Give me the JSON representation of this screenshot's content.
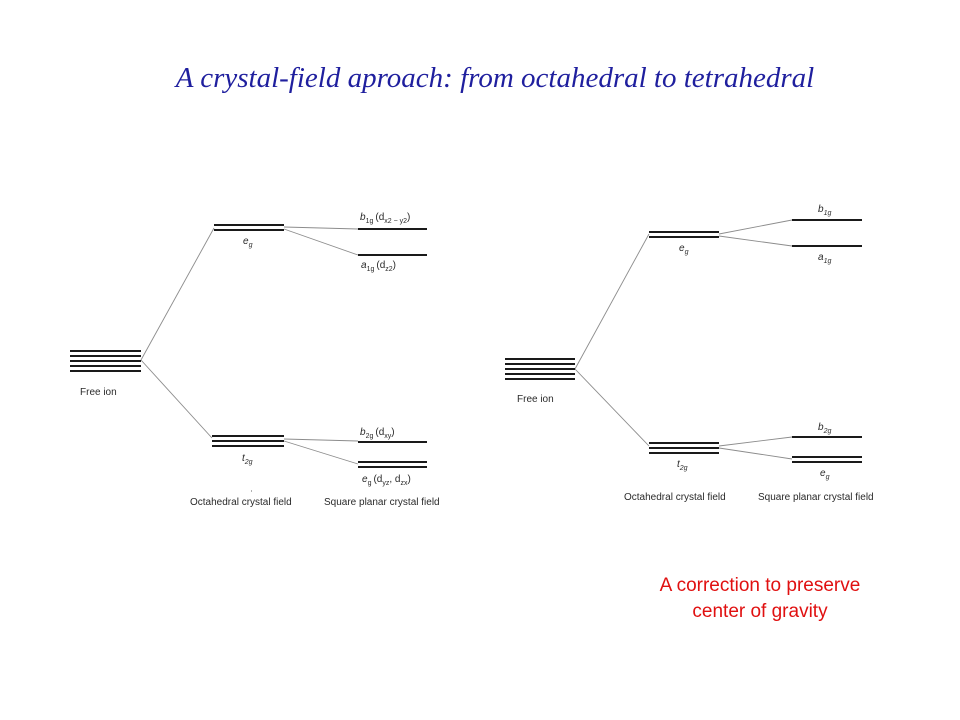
{
  "title": "A crystal-field aproach: from octahedral to tetrahedral",
  "diagram_left": {
    "free_ion": "Free ion",
    "eg": {
      "main": "e",
      "sub": "g"
    },
    "t2g": {
      "main": "t",
      "sub": "2g"
    },
    "b1g": {
      "main": "b",
      "sub": "1g",
      "orbital_main": "(d",
      "orbital_sub": "x2 − y2",
      "close": ")"
    },
    "a1g": {
      "main": "a",
      "sub": "1g",
      "orbital_main": "(d",
      "orbital_sub": "z2",
      "close": ")"
    },
    "b2g": {
      "main": "b",
      "sub": "2g",
      "orbital_main": "(d",
      "orbital_sub": "xy",
      "close": ")"
    },
    "eg_sq": {
      "main": "e",
      "sub": "g",
      "orbital_a": "(d",
      "orbital_a_sub": "yz",
      "orbital_b": ", d",
      "orbital_b_sub": "zx",
      "close": ")"
    },
    "octahedral_label": "Octahedral crystal field",
    "square_planar_label": "Square planar crystal field"
  },
  "diagram_right": {
    "free_ion": "Free ion",
    "eg": {
      "main": "e",
      "sub": "g"
    },
    "t2g": {
      "main": "t",
      "sub": "2g"
    },
    "b1g": {
      "main": "b",
      "sub": "1g"
    },
    "a1g": {
      "main": "a",
      "sub": "1g"
    },
    "b2g": {
      "main": "b",
      "sub": "2g"
    },
    "eg_sq": {
      "main": "e",
      "sub": "g"
    },
    "octahedral_label": "Octahedral crystal field",
    "square_planar_label": "Square planar crystal field"
  },
  "note": {
    "line1": "A correction to preserve",
    "line2": "center of gravity"
  },
  "colors": {
    "title": "#1f1f9e",
    "note": "#e01010",
    "level": "#1a1a1a",
    "connector": "#8c8c8c"
  }
}
